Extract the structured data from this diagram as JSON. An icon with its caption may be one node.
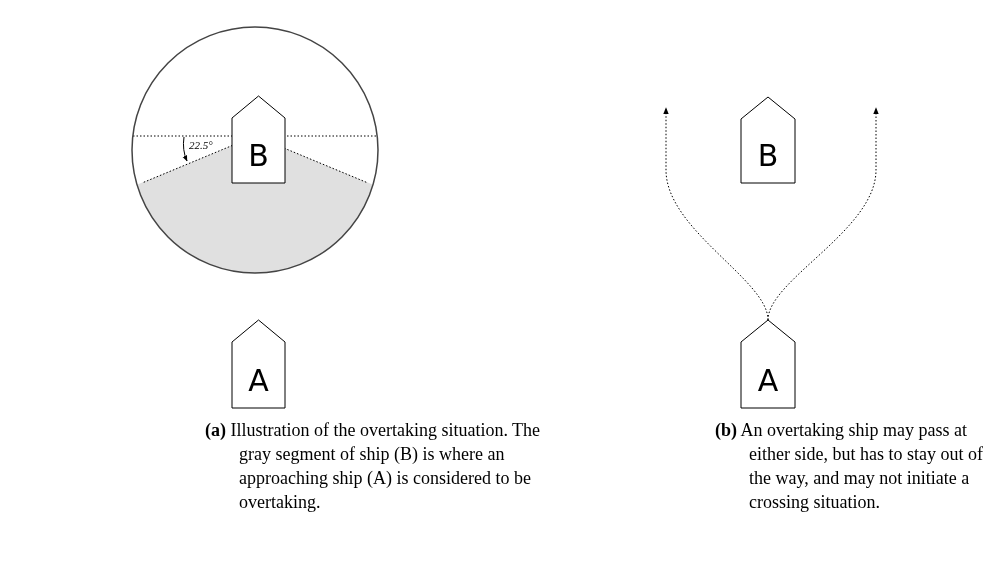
{
  "diagram": {
    "nodes": [
      {
        "text": [
          "B"
        ]
      },
      {
        "text": [
          "A"
        ]
      },
      {
        "text": [
          "B"
        ]
      },
      {
        "text": [
          "A"
        ]
      }
    ],
    "edges": [
      {
        "from": 3,
        "to": null,
        "arrow": "to",
        "style": "dashed"
      },
      {
        "from": 3,
        "to": null,
        "arrow": "to",
        "style": "dashed"
      }
    ],
    "labels": [
      "22.5°",
      "**(a)** Illustration of the overtaking situation. The gray segment of ship (B) is where an approaching ship (A) is considered to be overtaking.",
      "**(b)** An overtaking ship may pass at either side, but has to stay out of the way, and may not initiate a crossing situation."
    ]
  }
}
